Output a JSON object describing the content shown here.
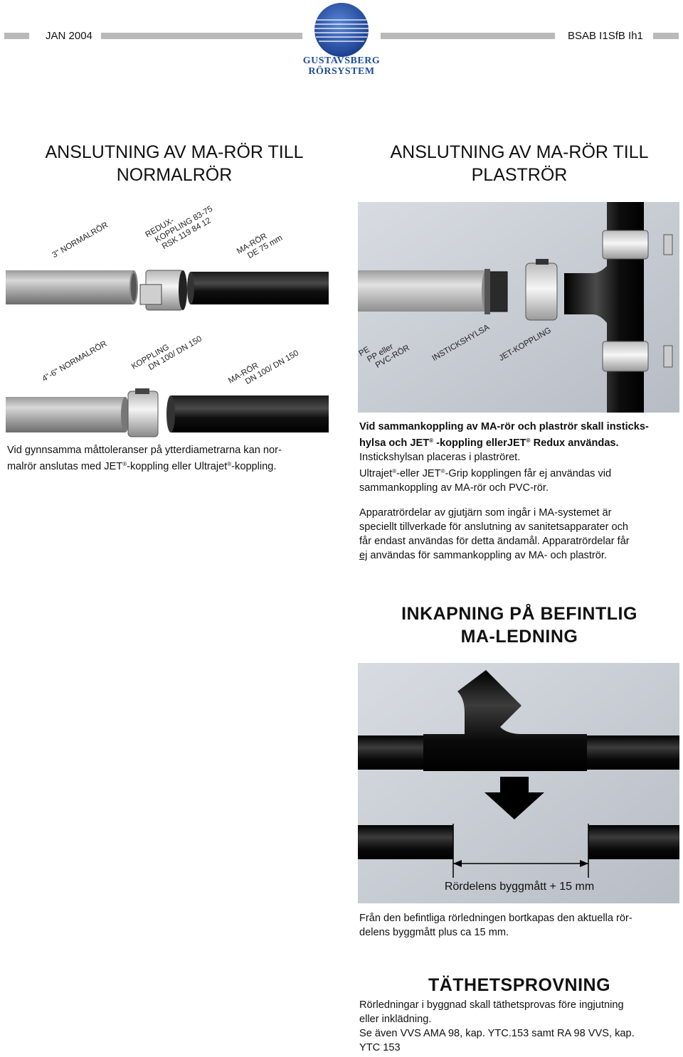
{
  "header": {
    "date": "JAN 2004",
    "code": "BSAB I1SfB Ih1",
    "brand_line1": "GUSTAVSBERG",
    "brand_line2": "RÖRSYSTEM"
  },
  "left": {
    "title_line1": "ANSLUTNING AV MA-RÖR TILL",
    "title_line2": "NORMALRÖR",
    "labels": {
      "normalror3": "3\" NORMALRÖR",
      "redux_l1": "REDUX-",
      "redux_l2": "KOPPLING 83-75",
      "redux_l3": "RSK 119 84 12",
      "maror_l1": "MA-RÖR",
      "maror_l2": "DE 75 mm",
      "normalror46": "4\"-6\" NORMALRÖR",
      "koppling_l1": "KOPPLING",
      "koppling_l2": "DN 100/ DN 150",
      "maror2_l1": "MA-RÖR",
      "maror2_l2": "DN 100/ DN 150"
    },
    "text_line1": "Vid gynnsamma måttoleranser på ytterdiametrarna kan nor-",
    "text_line2_a": "malrör anslutas med JET",
    "text_line2_b": "-koppling eller Ultrajet",
    "text_line2_c": "-koppling.",
    "reg": "®"
  },
  "right": {
    "title_line1": "ANSLUTNING AV MA-RÖR TILL",
    "title_line2": "PLASTRÖR",
    "labels": {
      "pe_l1": "PE",
      "pe_l2": "PP eller",
      "pe_l3": "PVC-RÖR",
      "instickshylsa": "INSTICKSHYLSA",
      "jetkoppling": "JET-KOPPLING"
    },
    "bold_line1": "Vid sammankoppling av MA-rör och plaströr skall insticks-",
    "bold_line2_a": "hylsa och JET",
    "bold_line2_b": " -koppling ellerJET",
    "bold_line2_c": " Redux användas.",
    "line3": "Instickshylsan placeras i plaströret.",
    "line4_a": "Ultrajet",
    "line4_b": "-eller JET",
    "line4_c": "-Grip kopplingen får ej användas vid",
    "line5": "sammankoppling av MA-rör och PVC-rör.",
    "p2_line1": "Apparatrördelar av gjutjärn som ingår i MA-systemet är",
    "p2_line2": "speciellt tillverkade för anslutning av sanitetsapparater och",
    "p2_line3": "får endast användas för detta ändamål. Apparatrördelar får",
    "p2_line4_u": "ej",
    "p2_line4_rest": " användas för sammankoppling av MA- och plaströr."
  },
  "inkapning": {
    "title_line1": "INKAPNING PÅ BEFINTLIG",
    "title_line2": "MA-LEDNING",
    "dimension_label": "Rördelens byggmått + 15 mm",
    "text_line1": "Från den befintliga rörledningen bortkapas den aktuella rör-",
    "text_line2": "delens byggmått plus ca 15 mm."
  },
  "tathet": {
    "title": "TÄTHETSPROVNING",
    "line1": "Rörledningar i byggnad skall täthetsprovas före ingjutning",
    "line2": "eller inklädning.",
    "line3": "Se även VVS AMA 98, kap. YTC.153 samt RA 98 VVS, kap.",
    "line4": "YTC 153"
  }
}
